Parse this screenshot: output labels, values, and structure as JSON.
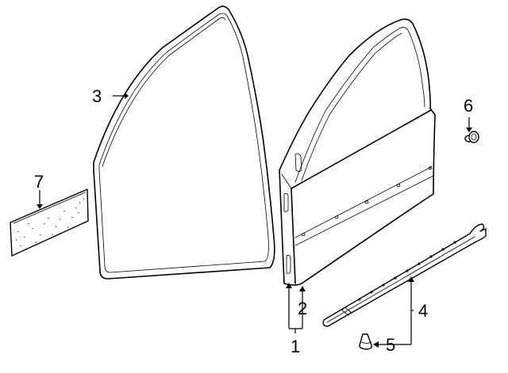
{
  "diagram": {
    "type": "parts-exploded-view",
    "subject": "front door shell and components",
    "callouts": [
      {
        "id": "1",
        "label": "1",
        "part": "door shell (pointer)"
      },
      {
        "id": "2",
        "label": "2",
        "part": "door shell outer panel (pointer)"
      },
      {
        "id": "3",
        "label": "3",
        "part": "door weatherstrip seal"
      },
      {
        "id": "4",
        "label": "4",
        "part": "lower door molding / rocker seal"
      },
      {
        "id": "5",
        "label": "5",
        "part": "push-in retainer clip"
      },
      {
        "id": "6",
        "label": "6",
        "part": "plug / grommet"
      },
      {
        "id": "7",
        "label": "7",
        "part": "sound deadener pad"
      }
    ],
    "colors": {
      "line": "#000000",
      "background": "#ffffff"
    }
  }
}
